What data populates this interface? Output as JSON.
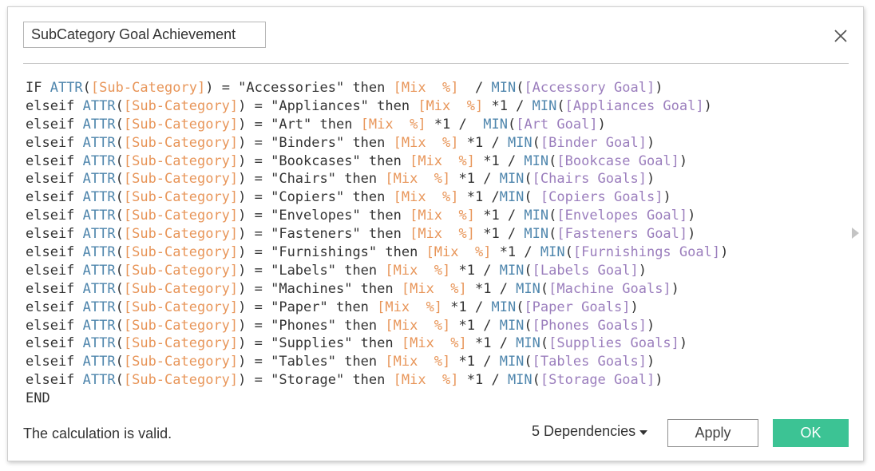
{
  "dialog": {
    "title_value": "SubCategory Goal Achievement",
    "close_icon": "close-icon"
  },
  "colors": {
    "function": "#4f86ad",
    "field": "#e8965a",
    "parameter": "#9b7ebd",
    "text": "#333333",
    "ok_button": "#3cc394"
  },
  "editor": {
    "lines": [
      [
        [
          "p",
          "IF "
        ],
        [
          "f",
          "ATTR"
        ],
        [
          "p",
          "("
        ],
        [
          "d",
          "[Sub-Category]"
        ],
        [
          "p",
          ") = \"Accessories\" then "
        ],
        [
          "d",
          "[Mix  %]"
        ],
        [
          "p",
          "  / "
        ],
        [
          "f",
          "MIN"
        ],
        [
          "p",
          "("
        ],
        [
          "m",
          "[Accessory Goal]"
        ],
        [
          "p",
          ")"
        ]
      ],
      [
        [
          "p",
          "elseif "
        ],
        [
          "f",
          "ATTR"
        ],
        [
          "p",
          "("
        ],
        [
          "d",
          "[Sub-Category]"
        ],
        [
          "p",
          ") = \"Appliances\" then "
        ],
        [
          "d",
          "[Mix  %]"
        ],
        [
          "p",
          " *1 / "
        ],
        [
          "f",
          "MIN"
        ],
        [
          "p",
          "("
        ],
        [
          "m",
          "[Appliances Goal]"
        ],
        [
          "p",
          ")"
        ]
      ],
      [
        [
          "p",
          "elseif "
        ],
        [
          "f",
          "ATTR"
        ],
        [
          "p",
          "("
        ],
        [
          "d",
          "[Sub-Category]"
        ],
        [
          "p",
          ") = \"Art\" then "
        ],
        [
          "d",
          "[Mix  %]"
        ],
        [
          "p",
          " *1 /  "
        ],
        [
          "f",
          "MIN"
        ],
        [
          "p",
          "("
        ],
        [
          "m",
          "[Art Goal]"
        ],
        [
          "p",
          ")"
        ]
      ],
      [
        [
          "p",
          "elseif "
        ],
        [
          "f",
          "ATTR"
        ],
        [
          "p",
          "("
        ],
        [
          "d",
          "[Sub-Category]"
        ],
        [
          "p",
          ") = \"Binders\" then "
        ],
        [
          "d",
          "[Mix  %]"
        ],
        [
          "p",
          " *1 / "
        ],
        [
          "f",
          "MIN"
        ],
        [
          "p",
          "("
        ],
        [
          "m",
          "[Binder Goal]"
        ],
        [
          "p",
          ")"
        ]
      ],
      [
        [
          "p",
          "elseif "
        ],
        [
          "f",
          "ATTR"
        ],
        [
          "p",
          "("
        ],
        [
          "d",
          "[Sub-Category]"
        ],
        [
          "p",
          ") = \"Bookcases\" then "
        ],
        [
          "d",
          "[Mix  %]"
        ],
        [
          "p",
          " *1 / "
        ],
        [
          "f",
          "MIN"
        ],
        [
          "p",
          "("
        ],
        [
          "m",
          "[Bookcase Goal]"
        ],
        [
          "p",
          ")"
        ]
      ],
      [
        [
          "p",
          "elseif "
        ],
        [
          "f",
          "ATTR"
        ],
        [
          "p",
          "("
        ],
        [
          "d",
          "[Sub-Category]"
        ],
        [
          "p",
          ") = \"Chairs\" then "
        ],
        [
          "d",
          "[Mix  %]"
        ],
        [
          "p",
          " *1 / "
        ],
        [
          "f",
          "MIN"
        ],
        [
          "p",
          "("
        ],
        [
          "m",
          "[Chairs Goals]"
        ],
        [
          "p",
          ")"
        ]
      ],
      [
        [
          "p",
          "elseif "
        ],
        [
          "f",
          "ATTR"
        ],
        [
          "p",
          "("
        ],
        [
          "d",
          "[Sub-Category]"
        ],
        [
          "p",
          ") = \"Copiers\" then "
        ],
        [
          "d",
          "[Mix  %]"
        ],
        [
          "p",
          " *1 /"
        ],
        [
          "f",
          "MIN"
        ],
        [
          "p",
          "( "
        ],
        [
          "m",
          "[Copiers Goals]"
        ],
        [
          "p",
          ")"
        ]
      ],
      [
        [
          "p",
          "elseif "
        ],
        [
          "f",
          "ATTR"
        ],
        [
          "p",
          "("
        ],
        [
          "d",
          "[Sub-Category]"
        ],
        [
          "p",
          ") = \"Envelopes\" then "
        ],
        [
          "d",
          "[Mix  %]"
        ],
        [
          "p",
          " *1 / "
        ],
        [
          "f",
          "MIN"
        ],
        [
          "p",
          "("
        ],
        [
          "m",
          "[Envelopes Goal]"
        ],
        [
          "p",
          ")"
        ]
      ],
      [
        [
          "p",
          "elseif "
        ],
        [
          "f",
          "ATTR"
        ],
        [
          "p",
          "("
        ],
        [
          "d",
          "[Sub-Category]"
        ],
        [
          "p",
          ") = \"Fasteners\" then "
        ],
        [
          "d",
          "[Mix  %]"
        ],
        [
          "p",
          " *1 / "
        ],
        [
          "f",
          "MIN"
        ],
        [
          "p",
          "("
        ],
        [
          "m",
          "[Fasteners Goal]"
        ],
        [
          "p",
          ")"
        ]
      ],
      [
        [
          "p",
          "elseif "
        ],
        [
          "f",
          "ATTR"
        ],
        [
          "p",
          "("
        ],
        [
          "d",
          "[Sub-Category]"
        ],
        [
          "p",
          ") = \"Furnishings\" then "
        ],
        [
          "d",
          "[Mix  %]"
        ],
        [
          "p",
          " *1 / "
        ],
        [
          "f",
          "MIN"
        ],
        [
          "p",
          "("
        ],
        [
          "m",
          "[Furnishings Goal]"
        ],
        [
          "p",
          ")"
        ]
      ],
      [
        [
          "p",
          "elseif "
        ],
        [
          "f",
          "ATTR"
        ],
        [
          "p",
          "("
        ],
        [
          "d",
          "[Sub-Category]"
        ],
        [
          "p",
          ") = \"Labels\" then "
        ],
        [
          "d",
          "[Mix  %]"
        ],
        [
          "p",
          " *1 / "
        ],
        [
          "f",
          "MIN"
        ],
        [
          "p",
          "("
        ],
        [
          "m",
          "[Labels Goal]"
        ],
        [
          "p",
          ")"
        ]
      ],
      [
        [
          "p",
          "elseif "
        ],
        [
          "f",
          "ATTR"
        ],
        [
          "p",
          "("
        ],
        [
          "d",
          "[Sub-Category]"
        ],
        [
          "p",
          ") = \"Machines\" then "
        ],
        [
          "d",
          "[Mix  %]"
        ],
        [
          "p",
          " *1 / "
        ],
        [
          "f",
          "MIN"
        ],
        [
          "p",
          "("
        ],
        [
          "m",
          "[Machine Goals]"
        ],
        [
          "p",
          ")"
        ]
      ],
      [
        [
          "p",
          "elseif "
        ],
        [
          "f",
          "ATTR"
        ],
        [
          "p",
          "("
        ],
        [
          "d",
          "[Sub-Category]"
        ],
        [
          "p",
          ") = \"Paper\" then "
        ],
        [
          "d",
          "[Mix  %]"
        ],
        [
          "p",
          " *1 / "
        ],
        [
          "f",
          "MIN"
        ],
        [
          "p",
          "("
        ],
        [
          "m",
          "[Paper Goals]"
        ],
        [
          "p",
          ")"
        ]
      ],
      [
        [
          "p",
          "elseif "
        ],
        [
          "f",
          "ATTR"
        ],
        [
          "p",
          "("
        ],
        [
          "d",
          "[Sub-Category]"
        ],
        [
          "p",
          ") = \"Phones\" then "
        ],
        [
          "d",
          "[Mix  %]"
        ],
        [
          "p",
          " *1 / "
        ],
        [
          "f",
          "MIN"
        ],
        [
          "p",
          "("
        ],
        [
          "m",
          "[Phones Goals]"
        ],
        [
          "p",
          ")"
        ]
      ],
      [
        [
          "p",
          "elseif "
        ],
        [
          "f",
          "ATTR"
        ],
        [
          "p",
          "("
        ],
        [
          "d",
          "[Sub-Category]"
        ],
        [
          "p",
          ") = \"Supplies\" then "
        ],
        [
          "d",
          "[Mix  %]"
        ],
        [
          "p",
          " *1 / "
        ],
        [
          "f",
          "MIN"
        ],
        [
          "p",
          "("
        ],
        [
          "m",
          "[Supplies Goals]"
        ],
        [
          "p",
          ")"
        ]
      ],
      [
        [
          "p",
          "elseif "
        ],
        [
          "f",
          "ATTR"
        ],
        [
          "p",
          "("
        ],
        [
          "d",
          "[Sub-Category]"
        ],
        [
          "p",
          ") = \"Tables\" then "
        ],
        [
          "d",
          "[Mix  %]"
        ],
        [
          "p",
          " *1 / "
        ],
        [
          "f",
          "MIN"
        ],
        [
          "p",
          "("
        ],
        [
          "m",
          "[Tables Goals]"
        ],
        [
          "p",
          ")"
        ]
      ],
      [
        [
          "p",
          "elseif "
        ],
        [
          "f",
          "ATTR"
        ],
        [
          "p",
          "("
        ],
        [
          "d",
          "[Sub-Category]"
        ],
        [
          "p",
          ") = \"Storage\" then "
        ],
        [
          "d",
          "[Mix  %]"
        ],
        [
          "p",
          " *1 / "
        ],
        [
          "f",
          "MIN"
        ],
        [
          "p",
          "("
        ],
        [
          "m",
          "[Storage Goal]"
        ],
        [
          "p",
          ")"
        ]
      ],
      [
        [
          "p",
          "END"
        ]
      ]
    ]
  },
  "footer": {
    "status": "The calculation is valid.",
    "dependencies_label": "5 Dependencies",
    "dependencies_icon": "caret-down-icon",
    "apply_label": "Apply",
    "ok_label": "OK"
  },
  "scroll_icon": "scroll-right-arrow-icon"
}
